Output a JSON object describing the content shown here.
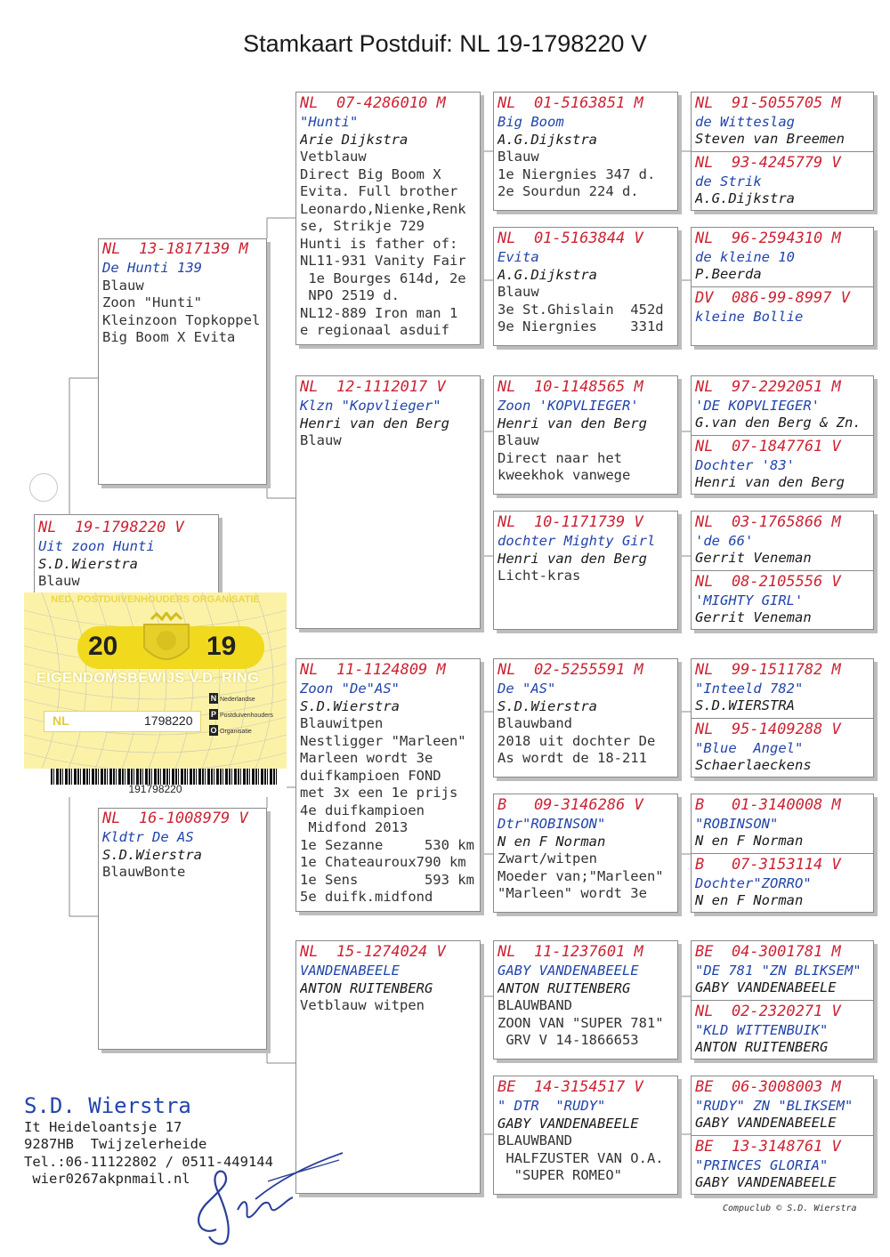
{
  "title": "Stamkaart Postduif: NL  19-1798220 V",
  "main_pigeon": {
    "lines": [
      {
        "t": "NL  19-1798220 V",
        "c": "ring"
      },
      {
        "t": "Uit zoon Hunti",
        "c": "name"
      },
      {
        "t": "S.D.Wierstra",
        "c": "owner"
      },
      {
        "t": "Blauw",
        "c": "plain"
      }
    ]
  },
  "father": {
    "lines": [
      {
        "t": "NL  13-1817139 M",
        "c": "ring"
      },
      {
        "t": "De Hunti 139",
        "c": "name"
      },
      {
        "t": "",
        "c": "plain"
      },
      {
        "t": "Blauw",
        "c": "plain"
      },
      {
        "t": "Zoon \"Hunti\"",
        "c": "plain"
      },
      {
        "t": "Kleinzoon Topkoppel",
        "c": "plain"
      },
      {
        "t": "Big Boom X Evita",
        "c": "plain"
      }
    ]
  },
  "mother": {
    "lines": [
      {
        "t": "NL  16-1008979 V",
        "c": "ring"
      },
      {
        "t": "Kldtr De AS",
        "c": "name"
      },
      {
        "t": "S.D.Wierstra",
        "c": "owner"
      },
      {
        "t": "BlauwBonte",
        "c": "plain"
      }
    ]
  },
  "gen2": [
    {
      "lines": [
        {
          "t": "NL  07-4286010 M",
          "c": "ring"
        },
        {
          "t": "\"Hunti\"",
          "c": "name"
        },
        {
          "t": "Arie Dijkstra",
          "c": "owner"
        },
        {
          "t": "Vetblauw",
          "c": "plain"
        },
        {
          "t": "Direct Big Boom X",
          "c": "plain"
        },
        {
          "t": "Evita. Full brother",
          "c": "plain"
        },
        {
          "t": "Leonardo,Nienke,Renk",
          "c": "plain"
        },
        {
          "t": "se, Strikje 729",
          "c": "plain"
        },
        {
          "t": "Hunti is father of:",
          "c": "plain"
        },
        {
          "t": "NL11-931 Vanity Fair",
          "c": "plain"
        },
        {
          "t": " 1e Bourges 614d, 2e",
          "c": "plain"
        },
        {
          "t": " NPO 2519 d.",
          "c": "plain"
        },
        {
          "t": "NL12-889 Iron man 1",
          "c": "plain"
        },
        {
          "t": "e regionaal asduif",
          "c": "plain"
        }
      ]
    },
    {
      "lines": [
        {
          "t": "NL  12-1112017 V",
          "c": "ring"
        },
        {
          "t": "Klzn \"Kopvlieger\"",
          "c": "name"
        },
        {
          "t": "Henri van den Berg",
          "c": "owner"
        },
        {
          "t": "Blauw",
          "c": "plain"
        }
      ]
    },
    {
      "lines": [
        {
          "t": "NL  11-1124809 M",
          "c": "ring"
        },
        {
          "t": "Zoon \"De\"AS\"",
          "c": "name"
        },
        {
          "t": "S.D.Wierstra",
          "c": "owner"
        },
        {
          "t": "Blauwitpen",
          "c": "plain"
        },
        {
          "t": "Nestligger \"Marleen\"",
          "c": "plain"
        },
        {
          "t": "Marleen wordt 3e",
          "c": "plain"
        },
        {
          "t": "duifkampioen FOND",
          "c": "plain"
        },
        {
          "t": "met 3x een 1e prijs",
          "c": "plain"
        },
        {
          "t": "4e duifkampioen",
          "c": "plain"
        },
        {
          "t": " Midfond 2013",
          "c": "plain"
        },
        {
          "t": "1e Sezanne     530 km",
          "c": "plain"
        },
        {
          "t": "1e Chateauroux790 km",
          "c": "plain"
        },
        {
          "t": "1e Sens        593 km",
          "c": "plain"
        },
        {
          "t": "5e duifk.midfond",
          "c": "plain"
        }
      ]
    },
    {
      "lines": [
        {
          "t": "NL  15-1274024 V",
          "c": "ring"
        },
        {
          "t": "VANDENABEELE",
          "c": "name"
        },
        {
          "t": "ANTON RUITENBERG",
          "c": "owner"
        },
        {
          "t": "Vetblauw witpen",
          "c": "plain"
        }
      ]
    }
  ],
  "gen3": [
    {
      "lines": [
        {
          "t": "NL  01-5163851 M",
          "c": "ring"
        },
        {
          "t": "Big Boom",
          "c": "name"
        },
        {
          "t": "A.G.Dijkstra",
          "c": "owner"
        },
        {
          "t": "Blauw",
          "c": "plain"
        },
        {
          "t": "1e Niergnies 347 d.",
          "c": "plain"
        },
        {
          "t": "2e Sourdun 224 d.",
          "c": "plain"
        }
      ]
    },
    {
      "lines": [
        {
          "t": "NL  01-5163844 V",
          "c": "ring"
        },
        {
          "t": "Evita",
          "c": "name"
        },
        {
          "t": "A.G.Dijkstra",
          "c": "owner"
        },
        {
          "t": "Blauw",
          "c": "plain"
        },
        {
          "t": "3e St.Ghislain  452d",
          "c": "plain"
        },
        {
          "t": "9e Niergnies    331d",
          "c": "plain"
        }
      ]
    },
    {
      "lines": [
        {
          "t": "NL  10-1148565 M",
          "c": "ring"
        },
        {
          "t": "Zoon 'KOPVLIEGER'",
          "c": "name"
        },
        {
          "t": "Henri van den Berg",
          "c": "owner"
        },
        {
          "t": "Blauw",
          "c": "plain"
        },
        {
          "t": "Direct naar het",
          "c": "plain"
        },
        {
          "t": "kweekhok vanwege",
          "c": "plain"
        }
      ]
    },
    {
      "lines": [
        {
          "t": "NL  10-1171739 V",
          "c": "ring"
        },
        {
          "t": "dochter Mighty Girl",
          "c": "name"
        },
        {
          "t": "Henri van den Berg",
          "c": "owner"
        },
        {
          "t": "Licht-kras",
          "c": "plain"
        }
      ]
    },
    {
      "lines": [
        {
          "t": "NL  02-5255591 M",
          "c": "ring"
        },
        {
          "t": "De \"AS\"",
          "c": "name"
        },
        {
          "t": "S.D.Wierstra",
          "c": "owner"
        },
        {
          "t": "Blauwband",
          "c": "plain"
        },
        {
          "t": "2018 uit dochter De",
          "c": "plain"
        },
        {
          "t": "As wordt de 18-211",
          "c": "plain"
        }
      ]
    },
    {
      "lines": [
        {
          "t": "B   09-3146286 V",
          "c": "ring"
        },
        {
          "t": "Dtr\"ROBINSON\"",
          "c": "name"
        },
        {
          "t": "N en F Norman",
          "c": "owner"
        },
        {
          "t": "Zwart/witpen",
          "c": "plain"
        },
        {
          "t": "Moeder van;\"Marleen\"",
          "c": "plain"
        },
        {
          "t": "\"Marleen\" wordt 3e",
          "c": "plain"
        }
      ]
    },
    {
      "lines": [
        {
          "t": "NL  11-1237601 M",
          "c": "ring"
        },
        {
          "t": "GABY VANDENABEELE",
          "c": "name"
        },
        {
          "t": "ANTON RUITENBERG",
          "c": "owner"
        },
        {
          "t": "BLAUWBAND",
          "c": "plain"
        },
        {
          "t": "ZOON VAN \"SUPER 781\"",
          "c": "plain"
        },
        {
          "t": " GRV V 14-1866653",
          "c": "plain"
        }
      ]
    },
    {
      "lines": [
        {
          "t": "BE  14-3154517 V",
          "c": "ring"
        },
        {
          "t": "\" DTR  \"RUDY\"",
          "c": "name"
        },
        {
          "t": "GABY VANDENABEELE",
          "c": "owner"
        },
        {
          "t": "BLAUWBAND",
          "c": "plain"
        },
        {
          "t": " HALFZUSTER VAN O.A.",
          "c": "plain"
        },
        {
          "t": "  \"SUPER ROMEO\"",
          "c": "plain"
        }
      ]
    }
  ],
  "gen4": [
    {
      "ring": "NL  91-5055705 M",
      "name": "de Witteslag",
      "owner": "Steven van Breemen"
    },
    {
      "ring": "NL  93-4245779 V",
      "name": "de Strik",
      "owner": "A.G.Dijkstra"
    },
    {
      "ring": "NL  96-2594310 M",
      "name": "de kleine 10",
      "owner": "P.Beerda"
    },
    {
      "ring": "DV  086-99-8997 V",
      "name": "kleine Bollie",
      "owner": ""
    },
    {
      "ring": "NL  97-2292051 M",
      "name": "'DE KOPVLIEGER'",
      "owner": "G.van den Berg & Zn."
    },
    {
      "ring": "NL  07-1847761 V",
      "name": "Dochter '83'",
      "owner": "Henri van den Berg"
    },
    {
      "ring": "NL  03-1765866 M",
      "name": "'de 66'",
      "owner": "Gerrit Veneman"
    },
    {
      "ring": "NL  08-2105556 V",
      "name": "'MIGHTY GIRL'",
      "owner": "Gerrit Veneman"
    },
    {
      "ring": "NL  99-1511782 M",
      "name": "\"Inteeld 782\"",
      "owner": "S.D.WIERSTRA"
    },
    {
      "ring": "NL  95-1409288 V",
      "name": "\"Blue  Angel\"",
      "owner": "Schaerlaeckens"
    },
    {
      "ring": "B   01-3140008 M",
      "name": "\"ROBINSON\"",
      "owner": "N en F Norman"
    },
    {
      "ring": "B   07-3153114 V",
      "name": "Dochter\"ZORRO\"",
      "owner": "N en F Norman"
    },
    {
      "ring": "BE  04-3001781 M",
      "name": "\"DE 781 \"ZN BLIKSEM\"",
      "owner": "GABY VANDENABEELE"
    },
    {
      "ring": "NL  02-2320271 V",
      "name": "\"KLD WITTENBUIK\"",
      "owner": "ANTON RUITENBERG"
    },
    {
      "ring": "BE  06-3008003 M",
      "name": "\"RUDY\" ZN \"BLIKSEM\"",
      "owner": "GABY VANDENABEELE"
    },
    {
      "ring": "BE  13-3148761 V",
      "name": "\"PRINCES GLORIA\"",
      "owner": "GABY VANDENABEELE"
    }
  ],
  "certificate": {
    "org": "NED. POSTDUIVENHOUDERS ORGANISATIE",
    "year_left": "20",
    "year_right": "19",
    "label": "EIGENDOMSBEWIJS V.D. RING",
    "country": "NL",
    "number": "1798220",
    "npo": [
      "Nederlandse",
      "Postduivenhouders",
      "Organisatie"
    ],
    "barcode_number": "191798220"
  },
  "owner": {
    "name": "S.D. Wierstra",
    "address": "It Heideloantsje 17",
    "city": "9287HB  Twijzelerheide",
    "phone": "Tel.:06-11122802 / 0511-449144",
    "email": " wier0267akpnmail.nl"
  },
  "footer": "Compuclub © S.D. Wierstra",
  "colors": {
    "ring": "#cc2233",
    "name": "#2244aa",
    "certificate": "#fbf2a8"
  }
}
